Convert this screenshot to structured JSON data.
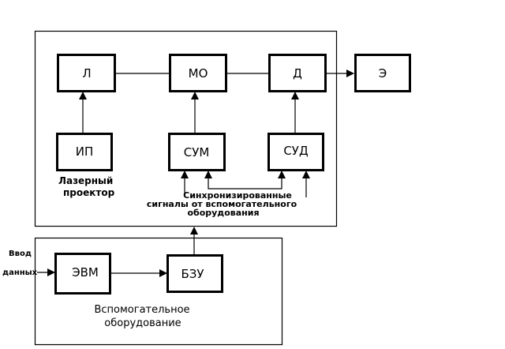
{
  "diagram": {
    "blocks": {
      "laser": "Л",
      "modulator": "МО",
      "deflector": "Д",
      "screen": "Э",
      "power_supply": "ИП",
      "modulator_control": "СУМ",
      "deflector_control": "СУД",
      "computer": "ЭВМ",
      "buffer_memory": "БЗУ"
    },
    "labels": {
      "laser_projector_line1": "Лазерный",
      "laser_projector_line2": "проектор",
      "sync_line1": "Синхронизированные",
      "sync_line2": "сигналы от вспомогательного",
      "sync_line3": "оборудования",
      "input_line1": "Ввод",
      "input_line2": "данных",
      "aux_line1": "Вспомогательное",
      "aux_line2": "оборудование"
    }
  }
}
